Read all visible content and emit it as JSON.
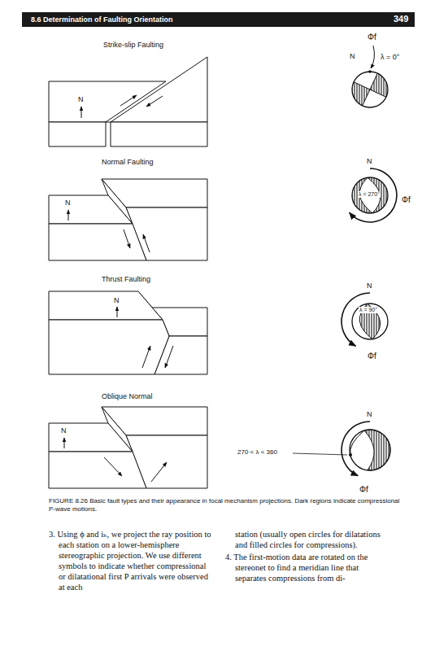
{
  "diagram": {
    "caption": "FIGURE 8.26 Basic fault types and their appearance in focal mechanism projections. Dark regions indicate compressional P-wave motions.",
    "labels": [
      "8.6 Determination of Faulting Orientation",
      "349",
      "Strike-slip Faulting",
      "N",
      "Φf",
      "N",
      "λ = 0°",
      "Normal Faulting",
      "N",
      "N",
      "λ = 270°",
      "Φf",
      "Thrust Faulting",
      "N",
      "N",
      "λ = 90°",
      "Φf",
      "Oblique Normal",
      "N",
      "N",
      "270 < λ < 360",
      "Φf",
      "3. Using ϕ and iₕ, we project the ray position to each station on a lower-hemisphere stereographic projection. We use different symbols to indicate whether compressional or dilatational first P arrivals were observed at each",
      "station (usually open circles for dilatations and filled circles for compressions).",
      "4. The first-motion data are rotated on the stereonet to find a meridian line that separates compressions from di-"
    ]
  }
}
